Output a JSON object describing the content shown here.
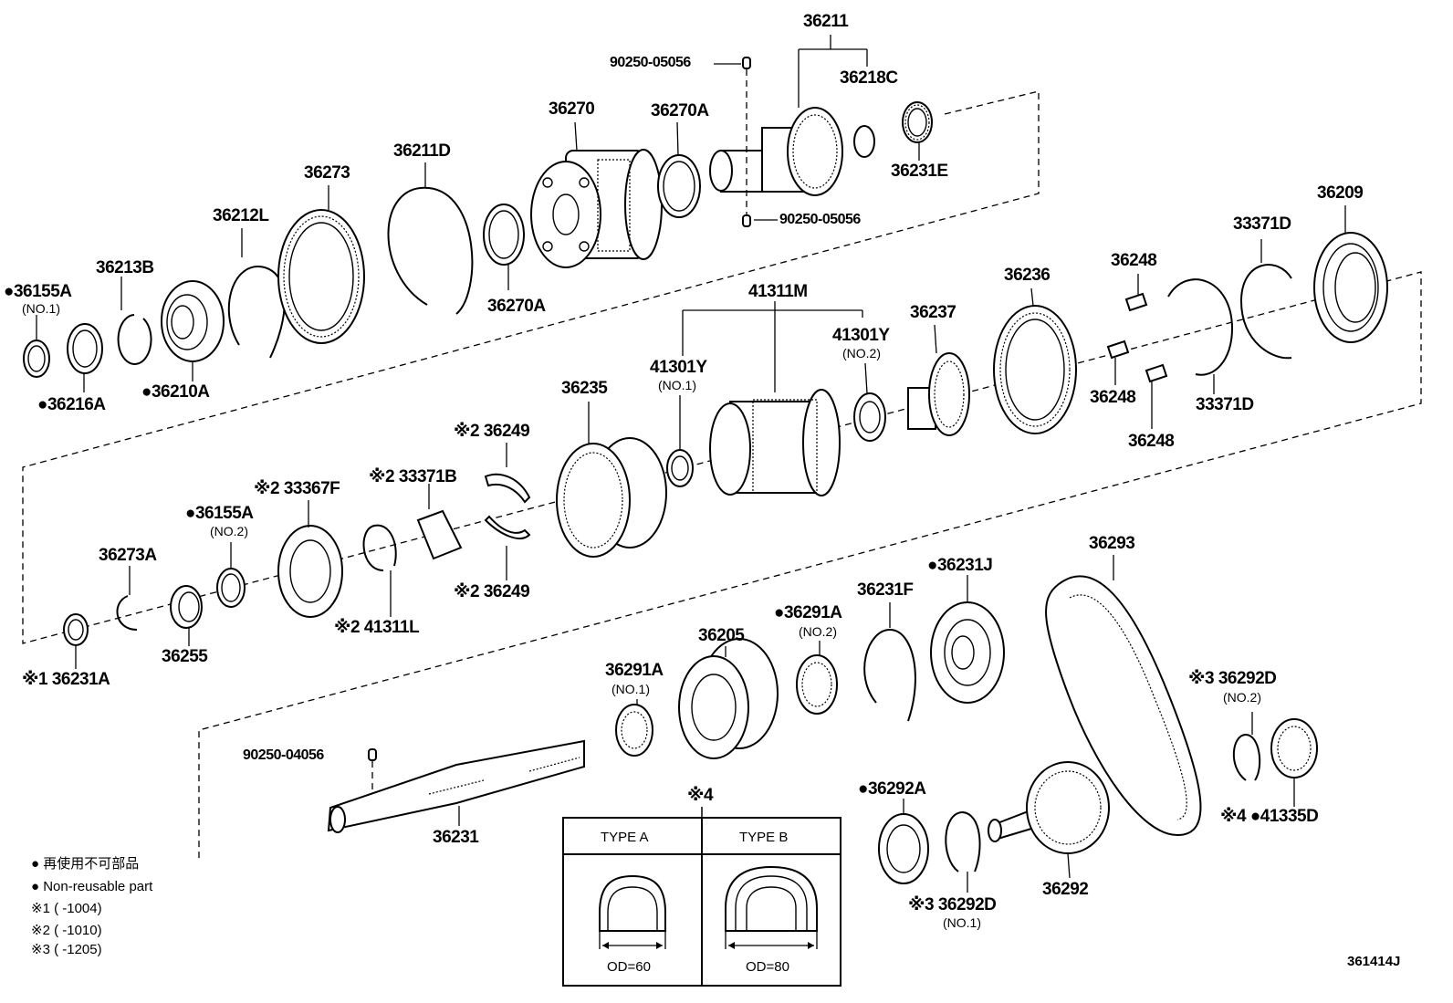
{
  "labels": {
    "p36211": "36211",
    "p90250_05056_top": "90250-05056",
    "p36218C": "36218C",
    "p36270": "36270",
    "p36270A_top": "36270A",
    "p36231E": "36231E",
    "p90250_05056_bot": "90250-05056",
    "p36211D": "36211D",
    "p36273": "36273",
    "p36212L": "36212L",
    "p36213B": "36213B",
    "p36155A_1": "●36155A",
    "p36155A_1_sub": "(NO.1)",
    "p36216A": "●36216A",
    "p36210A": "●36210A",
    "p36270A_bot": "36270A",
    "p36209": "36209",
    "p33371D_top": "33371D",
    "p36248_a": "36248",
    "p36236": "36236",
    "p41311M": "41311M",
    "p36237": "36237",
    "p41301Y_2": "41301Y",
    "p41301Y_2_sub": "(NO.2)",
    "p41301Y_1": "41301Y",
    "p41301Y_1_sub": "(NO.1)",
    "p36235": "36235",
    "p36248_b": "36248",
    "p36248_c": "36248",
    "p33371D_bot": "33371D",
    "p36249_top": "※2 36249",
    "p33371B": "※2 33371B",
    "p33367F": "※2 33367F",
    "p36155A_2": "●36155A",
    "p36155A_2_sub": "(NO.2)",
    "p36273A": "36273A",
    "p36249_bot": "※2 36249",
    "p41311L": "※2 41311L",
    "p36255": "36255",
    "p36231A": "※1 36231A",
    "p36293": "36293",
    "p36231J": "●36231J",
    "p36231F": "36231F",
    "p36291A_2": "●36291A",
    "p36291A_2_sub": "(NO.2)",
    "p36205": "36205",
    "p36291A_1": "36291A",
    "p36291A_1_sub": "(NO.1)",
    "p36292D_2": "※3 36292D",
    "p36292D_2_sub": "(NO.2)",
    "p90250_04056": "90250-04056",
    "p36292A": "●36292A",
    "p36231": "36231",
    "p41335D": "※4 ●41335D",
    "p36292": "36292",
    "p36292D_1": "※3 36292D",
    "p36292D_1_sub": "(NO.1)",
    "ref4": "※4"
  },
  "type_table": {
    "type_a": "TYPE A",
    "type_b": "TYPE B",
    "od_a": "OD=60",
    "od_b": "OD=80"
  },
  "legend": {
    "jp": "● 再使用不可部品",
    "en": "● Non-reusable part",
    "n1": "※1 (       -1004)",
    "n2": "※2 (       -1010)",
    "n3": "※3 (       -1205)"
  },
  "diagram_id": "361414J"
}
